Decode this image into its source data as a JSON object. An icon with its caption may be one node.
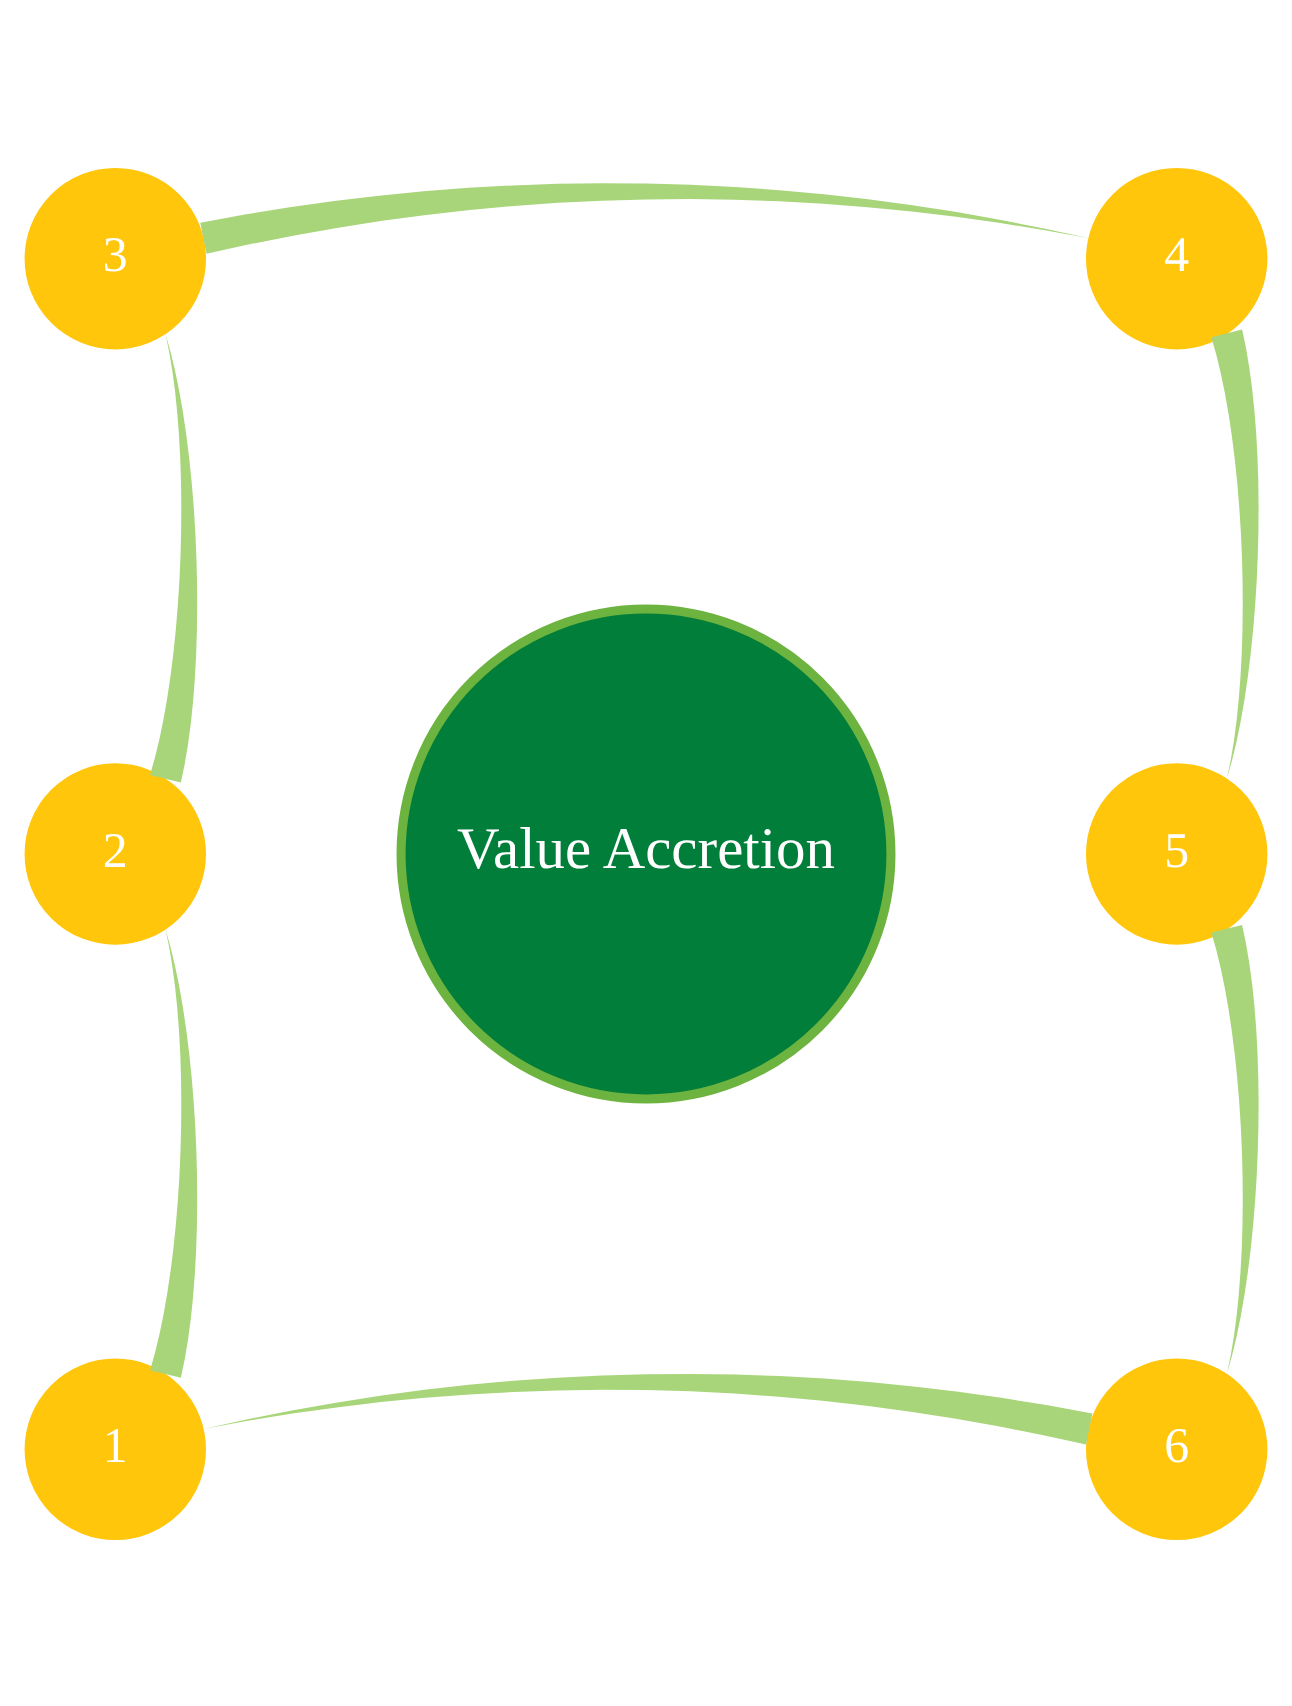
{
  "diagram": {
    "nodes": [
      {
        "text": [
          "1"
        ]
      },
      {
        "text": [
          "2"
        ]
      },
      {
        "text": [
          "3"
        ]
      },
      {
        "text": [
          "4"
        ]
      },
      {
        "text": [
          "5"
        ]
      },
      {
        "text": [
          "6"
        ]
      },
      {
        "text": [
          "Value Accretion"
        ]
      }
    ],
    "edges": [
      {
        "from": 0,
        "to": 1,
        "arrow": "none",
        "style": "thick"
      },
      {
        "from": 1,
        "to": 2,
        "arrow": "none",
        "style": "thick"
      },
      {
        "from": 2,
        "to": 3,
        "arrow": "none",
        "style": "thick"
      },
      {
        "from": 3,
        "to": 4,
        "arrow": "none",
        "style": "thick"
      },
      {
        "from": 4,
        "to": 5,
        "arrow": "none",
        "style": "thick"
      },
      {
        "from": 5,
        "to": 0,
        "arrow": "none",
        "style": "thick"
      }
    ]
  }
}
